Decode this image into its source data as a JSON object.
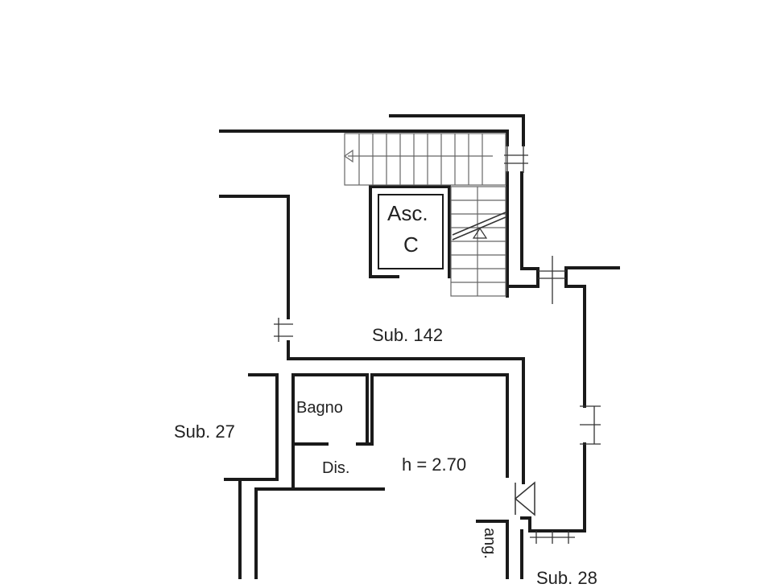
{
  "labels": {
    "elevator_line1": "Asc.",
    "elevator_line2": "C",
    "sub_142": "Sub. 142",
    "bagno": "Bagno",
    "sub_27": "Sub. 27",
    "dis": "Dis.",
    "height": "h = 2.70",
    "ang": "ang.",
    "sub_bottom": "Sub. 28"
  },
  "colors": {
    "wall": "#1a1a1a",
    "thin": "#555555",
    "background": "#ffffff"
  }
}
